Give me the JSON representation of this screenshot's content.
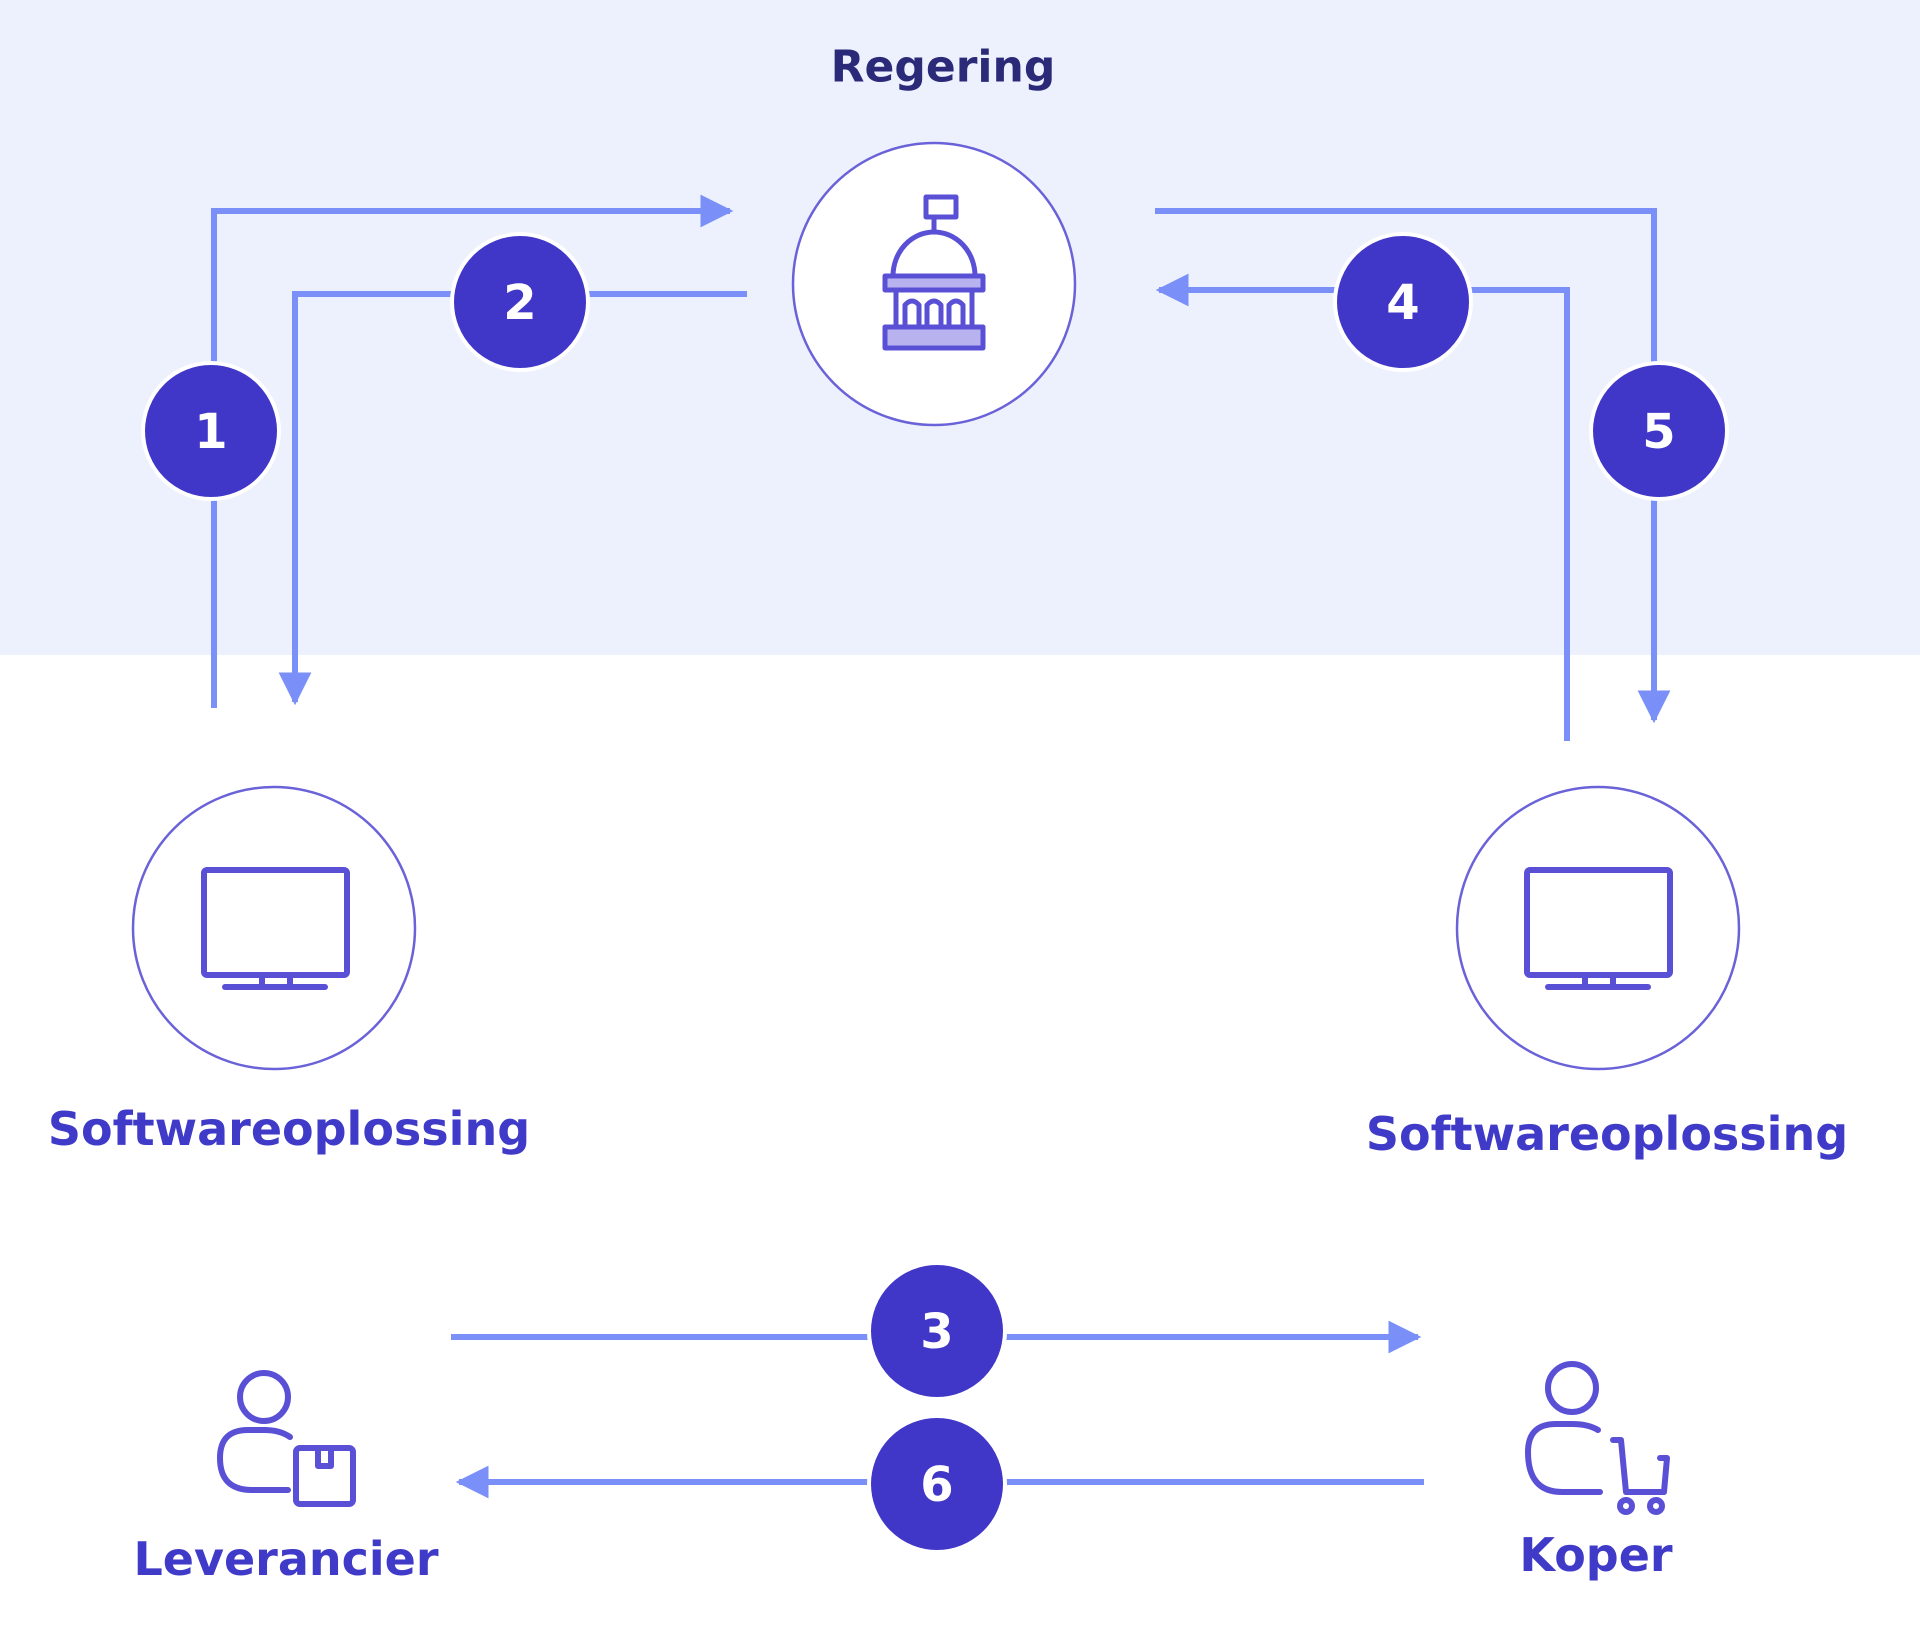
{
  "colors": {
    "band": "#edf0fd",
    "arrow": "#7a90f8",
    "badge": "#4036c8",
    "icon": "#5a50d6",
    "label_dark": "#2a2a78",
    "label_node": "#3f3ac8"
  },
  "nodes": {
    "government": {
      "label": "Regering",
      "icon": "capitol-building-icon"
    },
    "software_left": {
      "label": "Softwareoplossing",
      "icon": "monitor-icon"
    },
    "software_right": {
      "label": "Softwareoplossing",
      "icon": "monitor-icon"
    },
    "supplier": {
      "label": "Leverancier",
      "icon": "person-with-package-icon"
    },
    "buyer": {
      "label": "Koper",
      "icon": "person-with-cart-icon"
    }
  },
  "steps": [
    {
      "number": "1",
      "from": "Softwareoplossing (Leverancier)",
      "to": "Regering"
    },
    {
      "number": "2",
      "from": "Regering",
      "to": "Softwareoplossing (Leverancier)"
    },
    {
      "number": "3",
      "from": "Leverancier",
      "to": "Koper"
    },
    {
      "number": "4",
      "from": "Softwareoplossing (Koper)",
      "to": "Regering"
    },
    {
      "number": "5",
      "from": "Regering",
      "to": "Softwareoplossing (Koper)"
    },
    {
      "number": "6",
      "from": "Koper",
      "to": "Leverancier"
    }
  ]
}
